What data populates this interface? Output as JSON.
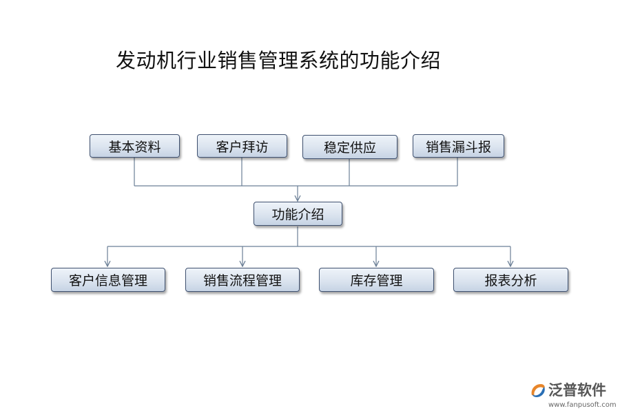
{
  "title": "发动机行业销售管理系统的功能介绍",
  "top_row": [
    {
      "label": "基本资料"
    },
    {
      "label": "客户拜访"
    },
    {
      "label": "稳定供应"
    },
    {
      "label": "销售漏斗报"
    }
  ],
  "center_node": {
    "label": "功能介绍"
  },
  "bottom_row": [
    {
      "label": "客户信息管理"
    },
    {
      "label": "销售流程管理"
    },
    {
      "label": "库存管理"
    },
    {
      "label": "报表分析"
    }
  ],
  "logo": {
    "name": "泛普软件",
    "url": "www.fanpusoft.com"
  },
  "colors": {
    "box_border": "#3d4f6e",
    "box_fill_top": "#eef3f9",
    "box_fill_bottom": "#c6d3e4",
    "connector": "#6b7f96",
    "logo_orange": "#e8862a",
    "logo_blue": "#2a6fb5"
  }
}
